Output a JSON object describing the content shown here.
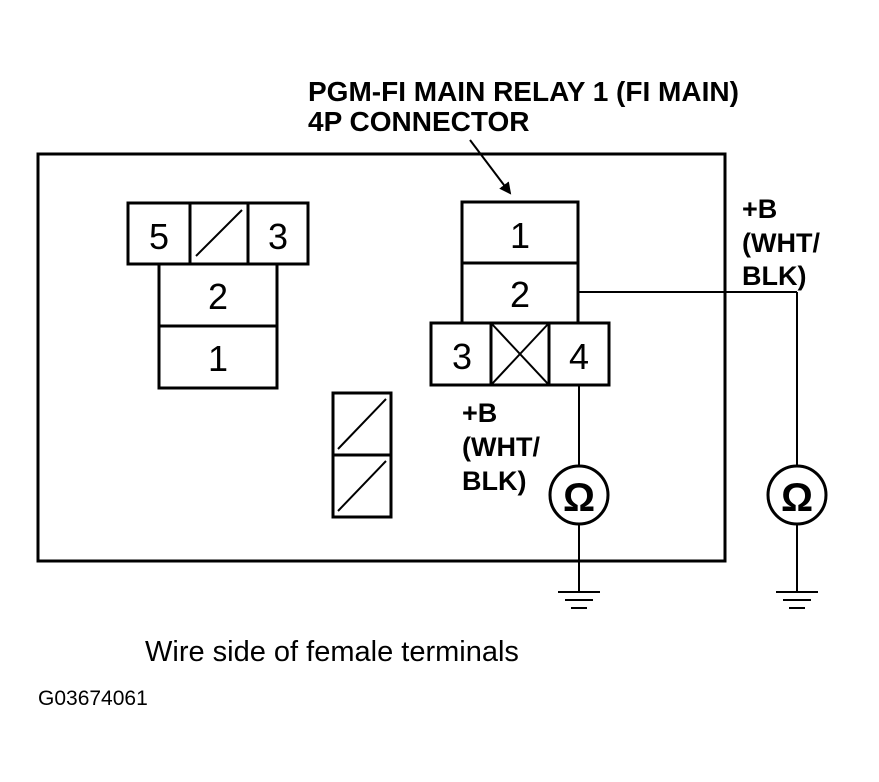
{
  "title": {
    "line1": "PGM-FI MAIN RELAY 1 (FI MAIN)",
    "line2": "4P CONNECTOR"
  },
  "left_connector": {
    "top_left": "5",
    "top_right": "3",
    "middle": "2",
    "bottom": "1"
  },
  "relay_connector": {
    "pin1": "1",
    "pin2": "2",
    "pin3": "3",
    "pin4": "4"
  },
  "label_pin4": {
    "line1": "+B",
    "line2": "(WHT/",
    "line3": "BLK)"
  },
  "label_pin2": {
    "line1": "+B",
    "line2": "(WHT/",
    "line3": "BLK)"
  },
  "ohm_symbol": "Ω",
  "caption": "Wire side of female terminals",
  "figure_code": "G03674061"
}
